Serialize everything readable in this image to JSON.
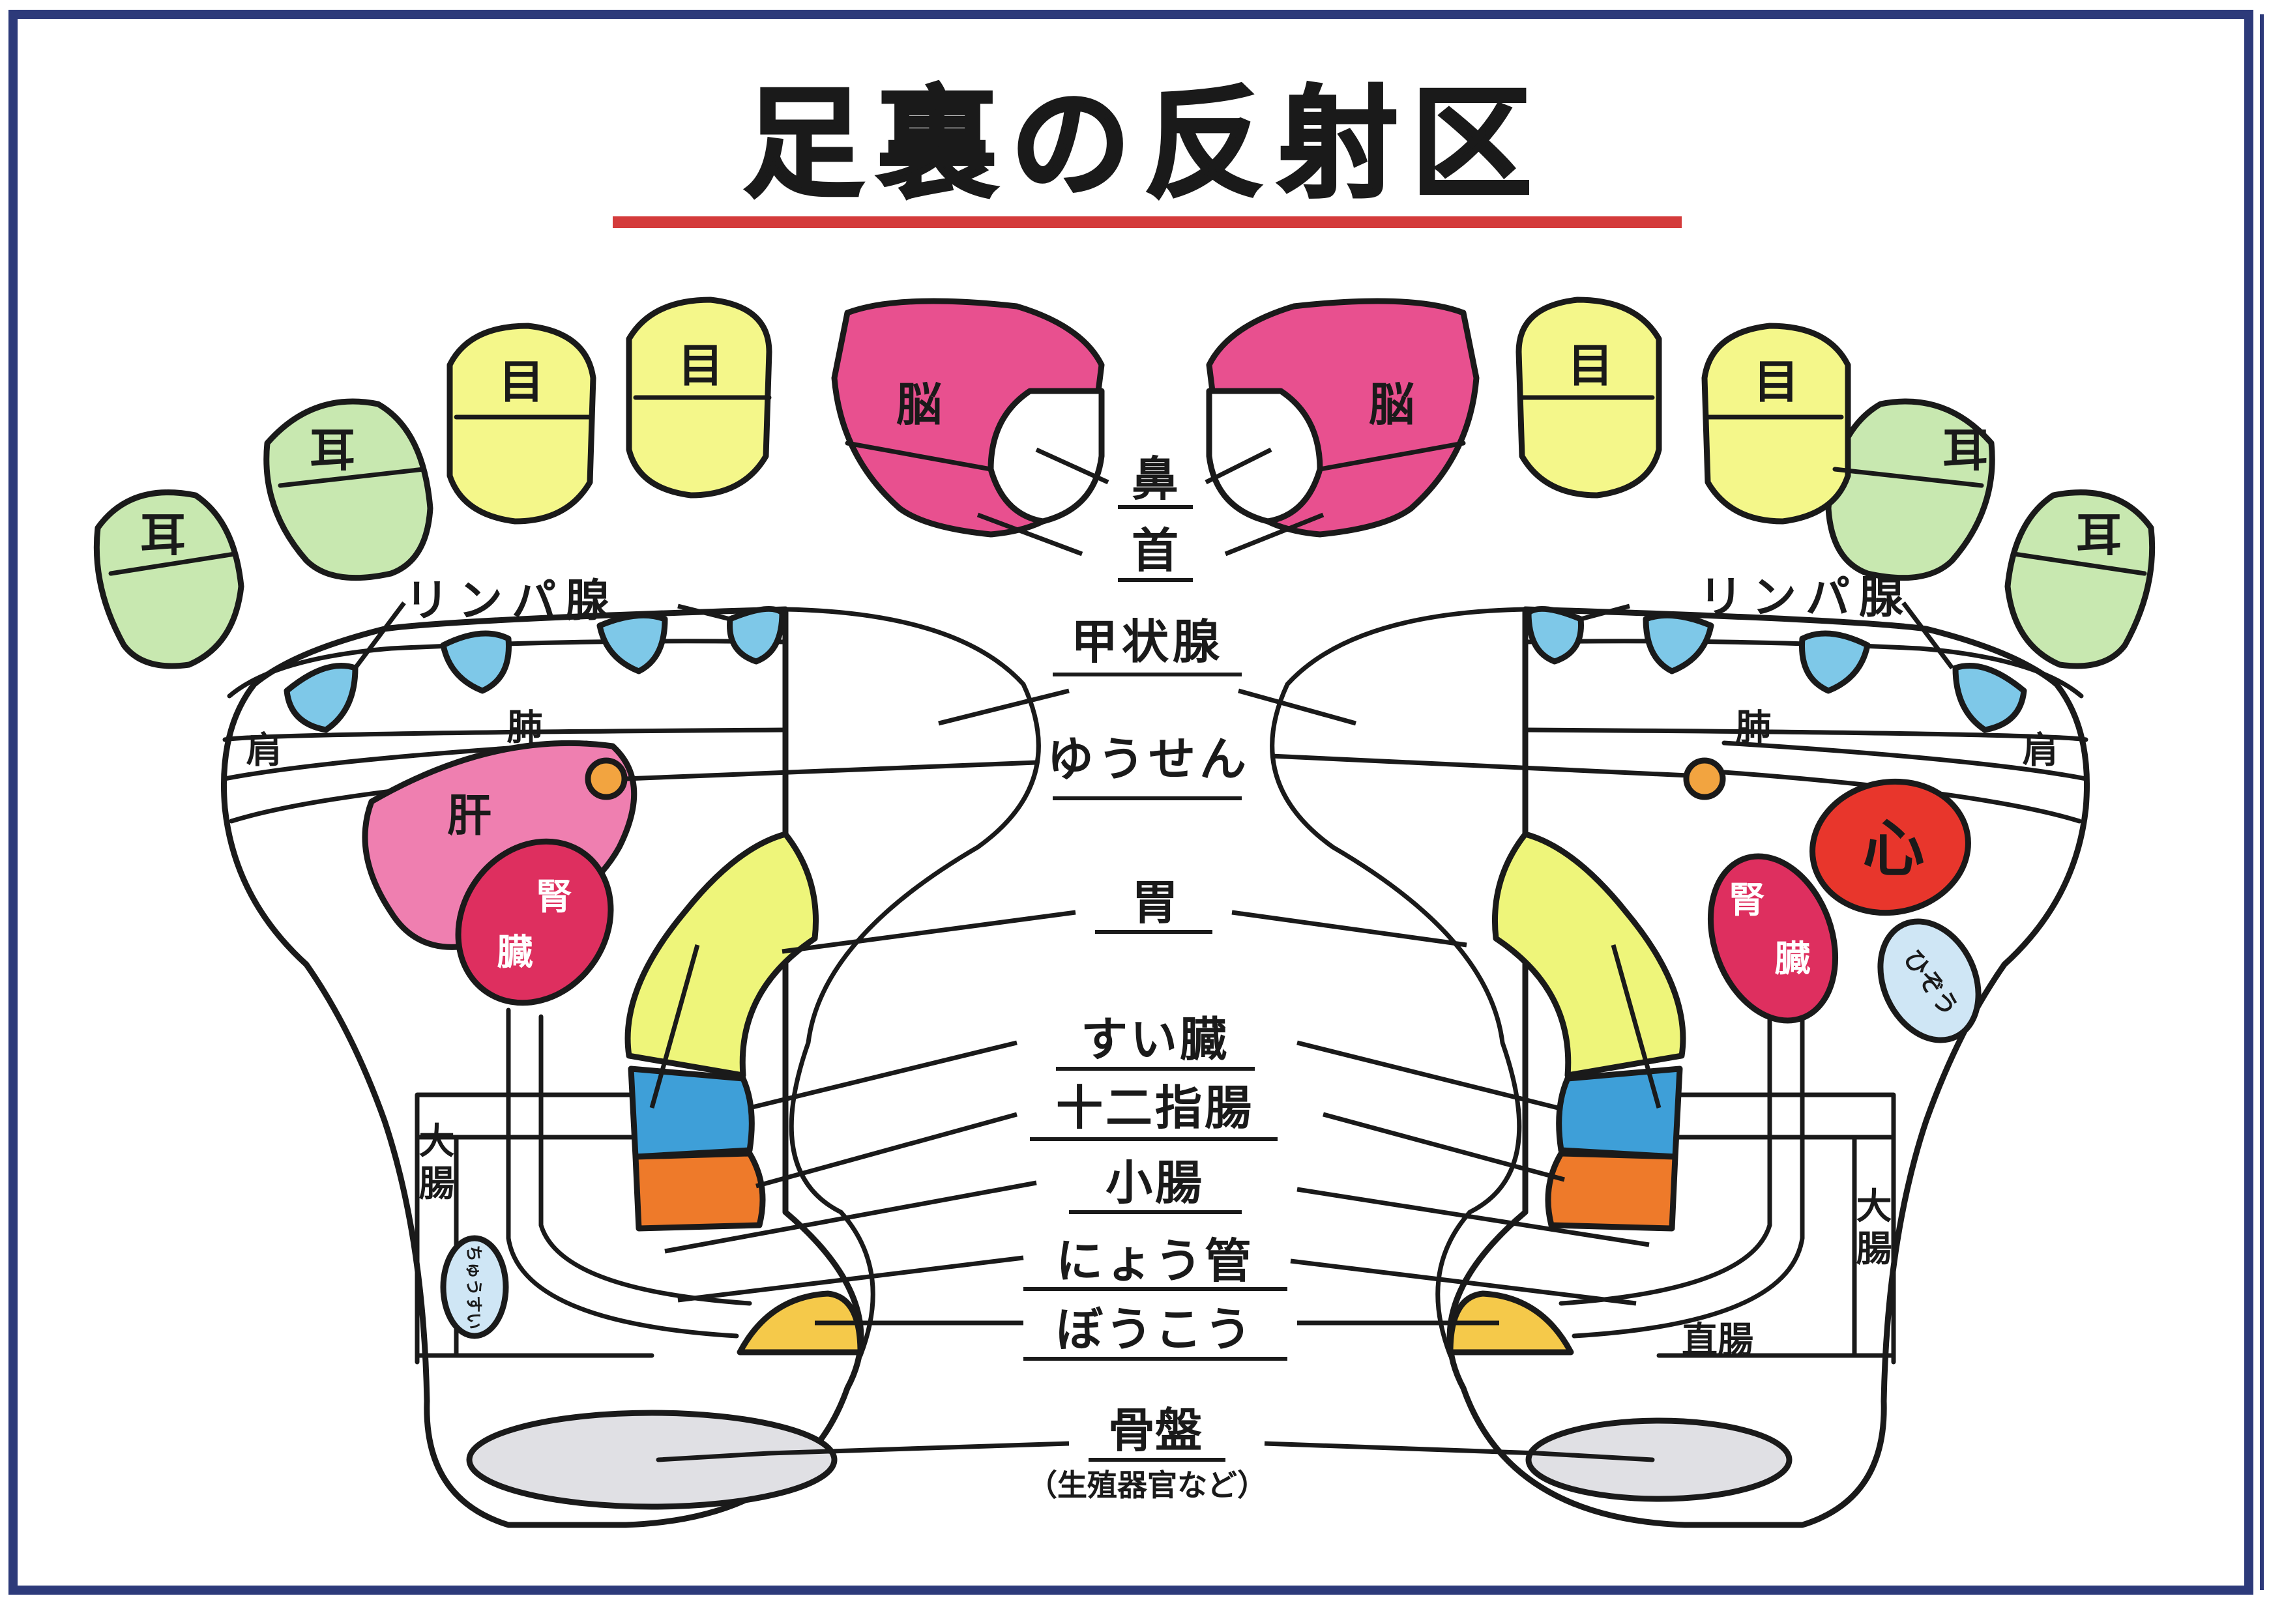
{
  "title": "足裏の反射区",
  "colors": {
    "frame": "#2d3a7a",
    "title_underline": "#d43b3b",
    "ear": "#c8e8b0",
    "eye": "#f4f78a",
    "brain": "#e8508f",
    "lymph": "#7ec8e8",
    "liver": "#ef7fb0",
    "kidney": "#de2f5f",
    "heart": "#e8362c",
    "stomach": "#eef57a",
    "duodenum": "#3e9fd8",
    "small_intestine": "#ee7a2a",
    "bladder": "#f5c94a",
    "pelvis": "#e0e0e4",
    "ovary": "#f2a440",
    "spleen": "#cfe6f5"
  },
  "toes": {
    "ear": "耳",
    "eye": "目",
    "brain": "脳"
  },
  "regions": {
    "lymph": "リンパ腺",
    "shoulder": "肩",
    "lung": "肺",
    "liver": "肝",
    "kidney_top": "腎",
    "kidney_bottom": "臓",
    "heart": "心",
    "spleen": "ひぞう",
    "large_intestine": "大腸",
    "large_intestine_top": "大",
    "large_intestine_bottom": "腸",
    "cecum": "ちゅうすい",
    "rectum": "直腸"
  },
  "center_labels": {
    "nose": "鼻",
    "neck": "首",
    "thyroid": "甲状腺",
    "sex_gland": "ゆうせん",
    "stomach": "胃",
    "pancreas": "すい臓",
    "duodenum": "十二指腸",
    "small_intestine": "小腸",
    "ureter": "にょう管",
    "bladder": "ぼうこう",
    "pelvis": "骨盤",
    "pelvis_note": "（生殖器官など）"
  }
}
